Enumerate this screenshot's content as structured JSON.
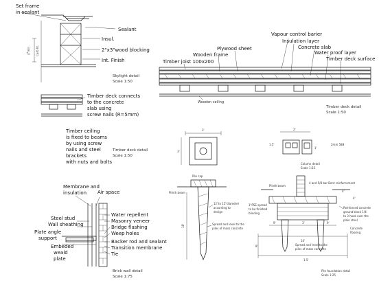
{
  "skylight": {
    "labels": [
      "Set frame",
      "in sealant",
      "Sealant",
      "Insul.",
      "2\"x3\"wood blocking",
      "Int. Finish"
    ],
    "dims": [
      "4\"min",
      "Curb ht."
    ],
    "caption": [
      "Skylight detail",
      "Scale 1:50"
    ]
  },
  "timber_deck": {
    "labels": [
      "Vapour control barier",
      "Insulation layer",
      "Plywood sheet",
      "Concrete slab",
      "Wooden frame",
      "Water proof layer",
      "Timber joist 100x200",
      "Timber deck surface",
      "Wooden ceiling"
    ],
    "caption": [
      "Timber deck detail",
      "Scale 1:50"
    ]
  },
  "deck_connect": {
    "notes": [
      "Timber deck connects",
      "to the concrete",
      "slab using",
      "screw nails (R=5mm)"
    ],
    "ceiling_notes": [
      "Timber ceiling",
      "is fixed to beams",
      "by using screw",
      "nails and steel",
      "brackets",
      "with nuts and bolts"
    ],
    "caption": [
      "Timber deck detail",
      "Scale 1:50"
    ]
  },
  "brick_wall": {
    "labels": [
      "Membrane and",
      "insulation",
      "Air space",
      "Steel stud",
      "Wall sheathing",
      "Water repellent",
      "Masonry veneer",
      "Bridge flashing",
      "Weep holes",
      "Plate angle",
      "support",
      "Embeded",
      "weald",
      "plate",
      "Backer rod and sealant",
      "Transition membrane",
      "Tie"
    ],
    "caption": [
      "Brick wall detail",
      "Scale 1:75"
    ]
  },
  "pile": {
    "labels": [
      "Pile cap",
      "Plinth beam"
    ],
    "notes": [
      "12\"to 15\"diameter",
      "according to",
      "design"
    ],
    "bottom_notes": [
      "Spread and level to the",
      "piles of mass concrete"
    ],
    "dims": [
      "3'",
      "3'",
      "18'"
    ]
  },
  "column": {
    "dims": [
      "2'",
      "1.5'",
      "1'",
      "2mm 588"
    ],
    "labels": [
      "Column detail",
      "Scale 1:25"
    ]
  },
  "foundation": {
    "labels": [
      "Plinth beam",
      "4 and 5/8 bar Bent reinforcement",
      "4'",
      "Reinforced concrete",
      "ground block 1/4",
      "to 3 hook over the",
      "plain steel",
      "Concrete",
      "flooring"
    ],
    "notes": [
      "1\"PSE spread",
      "to be finished",
      "blinding"
    ],
    "bottom_notes": [
      "Spread and level to the",
      "piles of mass concrete"
    ],
    "dims": [
      "9'",
      "9'",
      "3'",
      "14'",
      "1.5'",
      "4'",
      "8'"
    ],
    "caption": [
      "Pile foundation detail",
      "Scale 1:25"
    ]
  }
}
